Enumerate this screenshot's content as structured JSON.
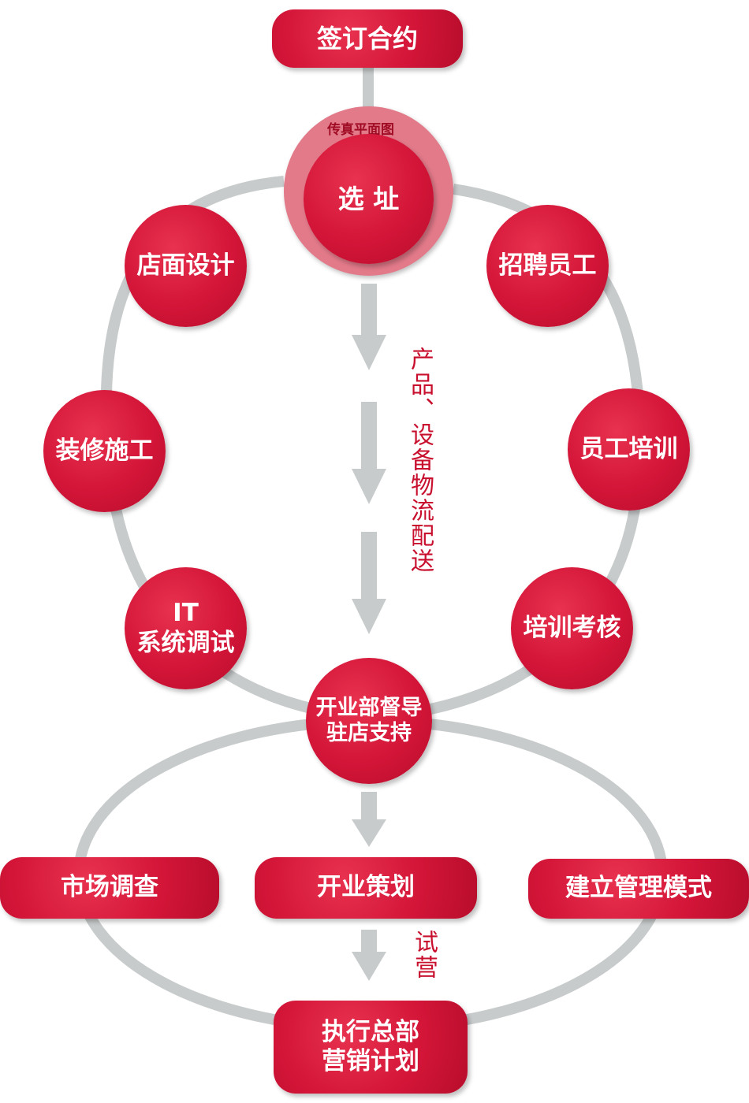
{
  "top": {
    "sign_contract": "签订合约"
  },
  "site": {
    "fax_label": "传真平面图",
    "select_site": "选  址"
  },
  "left": {
    "store_design": "店面设计",
    "decoration": "装修施工",
    "it_line1": "IT",
    "it_line2": "系统调试"
  },
  "right": {
    "recruit": "招聘员工",
    "training": "员工培训",
    "assessment": "培训考核"
  },
  "center": {
    "logistics": "产品、设备物流配送",
    "support_line1": "开业部督导",
    "support_line2": "驻店支持"
  },
  "bottom": {
    "market_research": "市场调查",
    "opening_plan": "开业策划",
    "management_mode": "建立管理模式",
    "trial": "试营",
    "hq_line1": "执行总部",
    "hq_line2": "营销计划"
  },
  "colors": {
    "node": "#d31538",
    "line": "#c8cbcc",
    "text_red": "#c8102e"
  }
}
